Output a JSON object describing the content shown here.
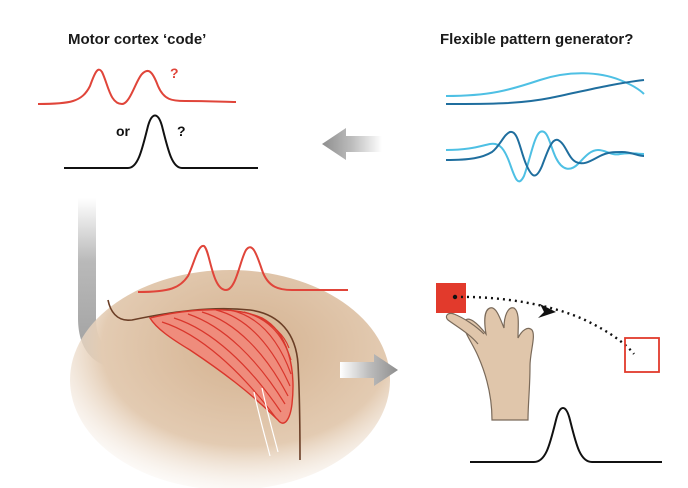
{
  "left_title": "Motor cortex ‘code’",
  "right_title": "Flexible pattern generator?",
  "question_red": "?",
  "or_label": "or",
  "question_black": "?",
  "colors": {
    "red": "#e0453a",
    "black": "#111111",
    "light_blue": "#4ec0e4",
    "dark_blue": "#1f6e9e",
    "gray_arrow": "#9a9a9a",
    "muscle_red": "#d9362c",
    "skin": "#e0c6ab",
    "target_red": "#e23a2c"
  }
}
